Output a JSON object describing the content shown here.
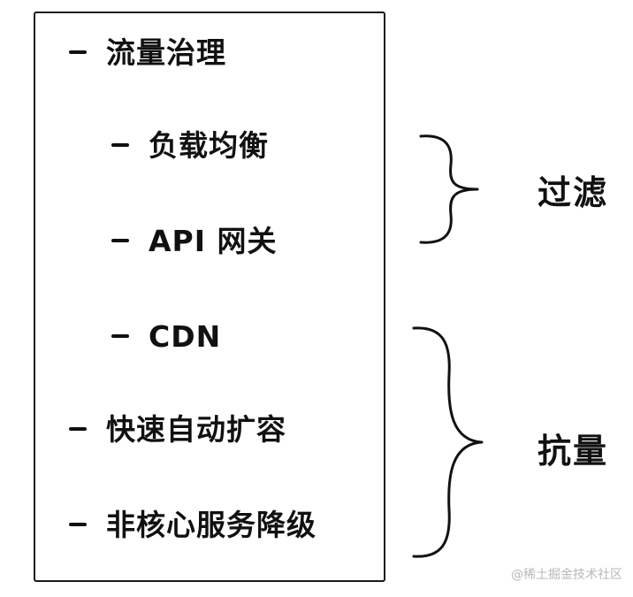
{
  "list": {
    "items": [
      {
        "label": "流量治理",
        "level": 1
      },
      {
        "label": "负载均衡",
        "level": 2
      },
      {
        "label": "API 网关",
        "level": 2
      },
      {
        "label": "CDN",
        "level": 2
      },
      {
        "label": "快速自动扩容",
        "level": 1
      },
      {
        "label": "非核心服务降级",
        "level": 1
      }
    ]
  },
  "groups": {
    "filter_label": "过滤",
    "resist_label": "抗量"
  },
  "watermark": "@稀土掘金技术社区",
  "colors": {
    "ink": "#111111",
    "background": "#ffffff",
    "watermark": "#b8b8b8"
  },
  "icons": [
    "dash-bullet-icon",
    "curly-brace-icon"
  ]
}
